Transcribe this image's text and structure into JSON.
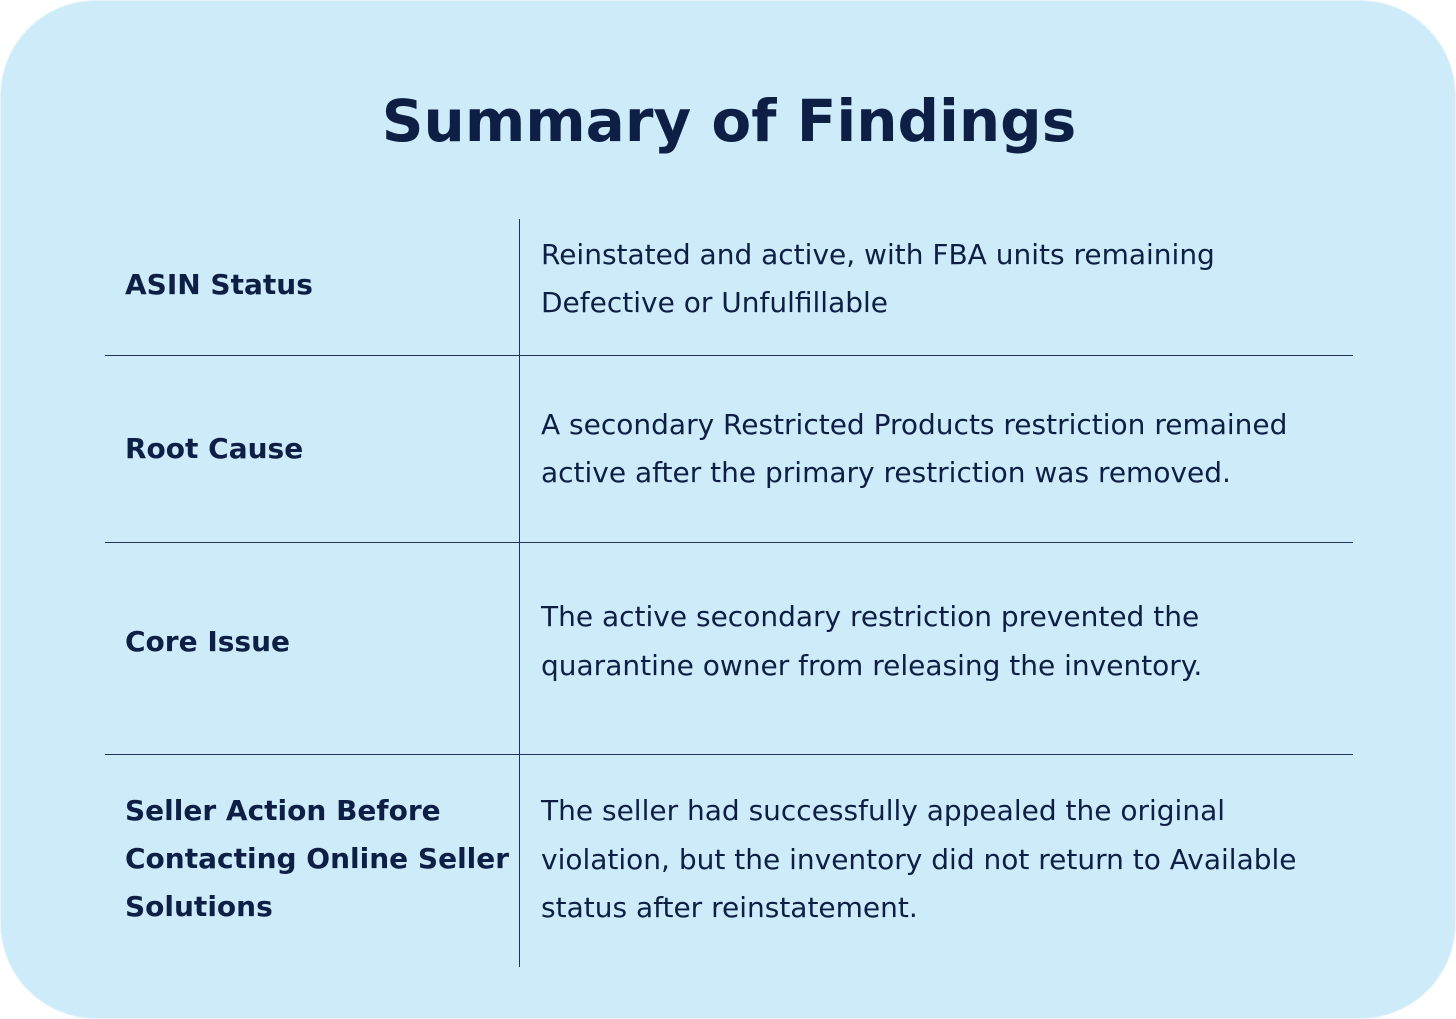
{
  "title": "Summary of Findings",
  "rows": [
    {
      "label": "ASIN Status",
      "value": "Reinstated and active, with FBA units remaining Defective or Unfulfillable"
    },
    {
      "label": "Root Cause",
      "value": "A secondary Restricted Products restriction remained active after the primary restriction was removed."
    },
    {
      "label": "Core Issue",
      "value": "The active secondary restriction prevented the quarantine owner from releasing the inventory."
    },
    {
      "label": "Seller Action Before Contacting Online Seller Solutions",
      "value": "The seller had successfully appealed the original violation, but the inventory did not return to Available status after reinstatement."
    }
  ],
  "colors": {
    "background": "#cdebf8",
    "text": "#0e1f45",
    "rule": "#223355"
  }
}
